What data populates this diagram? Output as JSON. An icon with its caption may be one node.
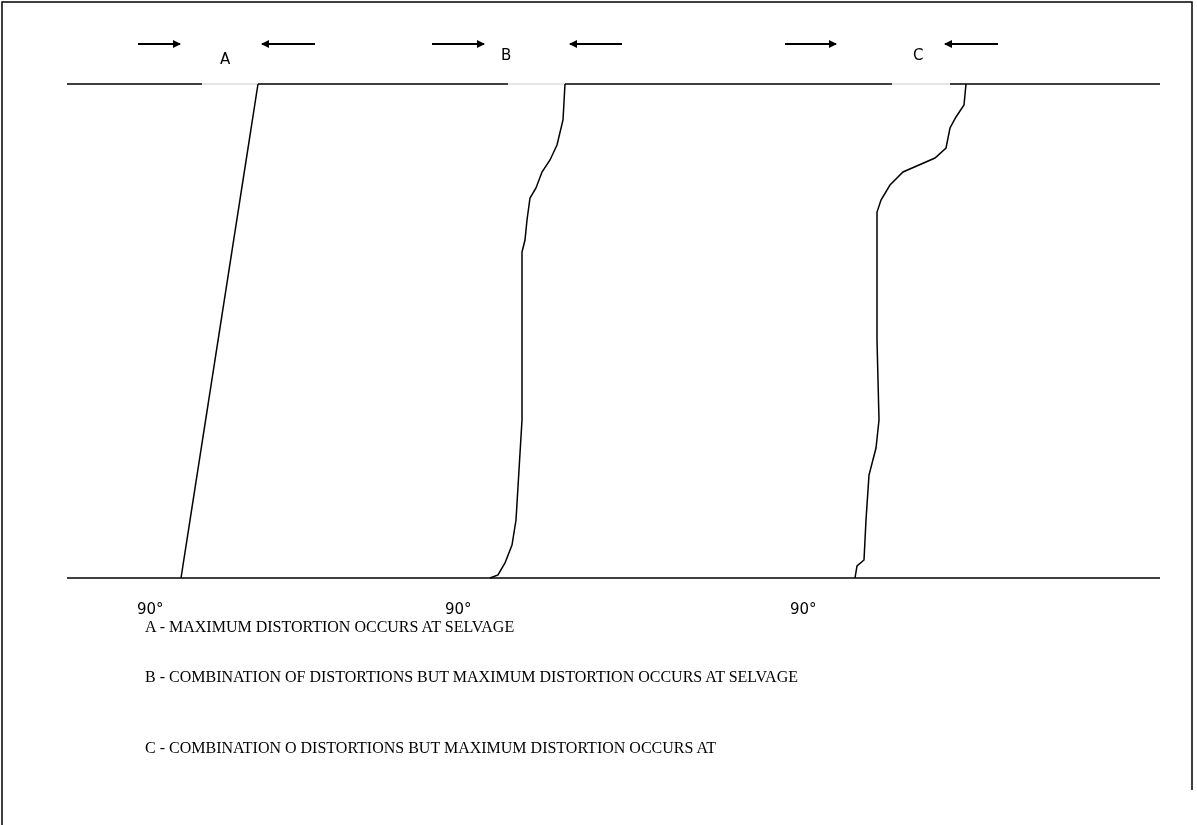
{
  "diagram": {
    "labels": [
      "A",
      "B",
      "C",
      "90°",
      "90°",
      "90°",
      "A - MAXIMUM DISTORTION OCCURS AT SELVAGE",
      "B - COMBINATION OF DISTORTIONS BUT MAXIMUM DISTORTION OCCURS AT SELVAGE",
      "C - COMBINATION O DISTORTIONS BUT MAXIMUM DISTORTION OCCURS AT"
    ]
  }
}
